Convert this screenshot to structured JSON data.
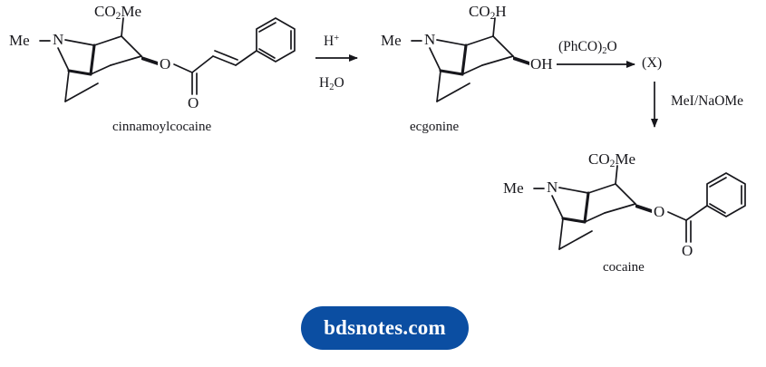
{
  "diagram": {
    "title": "Synthesis of cocaine from cinnamoylcocaine via ecgonine",
    "type": "organic-reaction-scheme",
    "bond_color": "#17171c",
    "label_color": "#17171c"
  },
  "structures": [
    {
      "id": "cinnamoylcocaine",
      "name": "cinnamoylcocaine",
      "atom_labels": [
        {
          "key": "me",
          "text": "Me"
        },
        {
          "key": "n",
          "text": "N"
        },
        {
          "key": "ester_co2me",
          "text_html": "CO<sub>2</sub>Me"
        },
        {
          "key": "ester_o",
          "text": "O"
        },
        {
          "key": "carbonyl_o",
          "text": "O"
        }
      ]
    },
    {
      "id": "ecgonine",
      "name": "ecgonine",
      "atom_labels": [
        {
          "key": "me",
          "text": "Me"
        },
        {
          "key": "n",
          "text": "N"
        },
        {
          "key": "acid_co2h",
          "text_html": "CO<sub>2</sub>H"
        },
        {
          "key": "hydroxyl",
          "text": "OH"
        }
      ]
    },
    {
      "id": "intermediate_x",
      "name": "(X)",
      "atom_labels": []
    },
    {
      "id": "cocaine",
      "name": "cocaine",
      "atom_labels": [
        {
          "key": "me",
          "text": "Me"
        },
        {
          "key": "n",
          "text": "N"
        },
        {
          "key": "ester_co2me",
          "text_html": "CO<sub>2</sub>Me"
        },
        {
          "key": "ester_o",
          "text": "O"
        },
        {
          "key": "carbonyl_o",
          "text": "O"
        }
      ]
    }
  ],
  "arrows": [
    {
      "id": "arrow-1",
      "direction": "right",
      "reagent_above_html": "H<sup>+</sup>",
      "reagent_below_html": "H<sub>2</sub>O"
    },
    {
      "id": "arrow-2",
      "direction": "right",
      "reagent_above_html": "(PhCO)<sub>2</sub>O",
      "reagent_below_html": ""
    },
    {
      "id": "arrow-3",
      "direction": "down",
      "reagent_side_html": "MeI/NaOMe"
    }
  ],
  "labels": {
    "me_1": "Me",
    "n_1": "N",
    "co2me_1": "CO<sub>2</sub>Me",
    "o_ester_1": "O",
    "o_carbonyl_1": "O",
    "name_1": "cinnamoylcocaine",
    "hplus": "H<sup>+</sup>",
    "h2o": "H<sub>2</sub>O",
    "me_2": "Me",
    "n_2": "N",
    "co2h_2": "CO<sub>2</sub>H",
    "oh_2": "OH",
    "name_2": "ecgonine",
    "phco2o": "(PhCO)<sub>2</sub>O",
    "x_label": "(X)",
    "mei_naome": "MeI/NaOMe",
    "me_3": "Me",
    "n_3": "N",
    "co2me_3": "CO<sub>2</sub>Me",
    "o_ester_3": "O",
    "o_carbonyl_3": "O",
    "name_3": "cocaine"
  },
  "watermark": {
    "text": "bdsnotes.com",
    "background_color": "#0b4ea2",
    "text_color": "#ffffff"
  }
}
